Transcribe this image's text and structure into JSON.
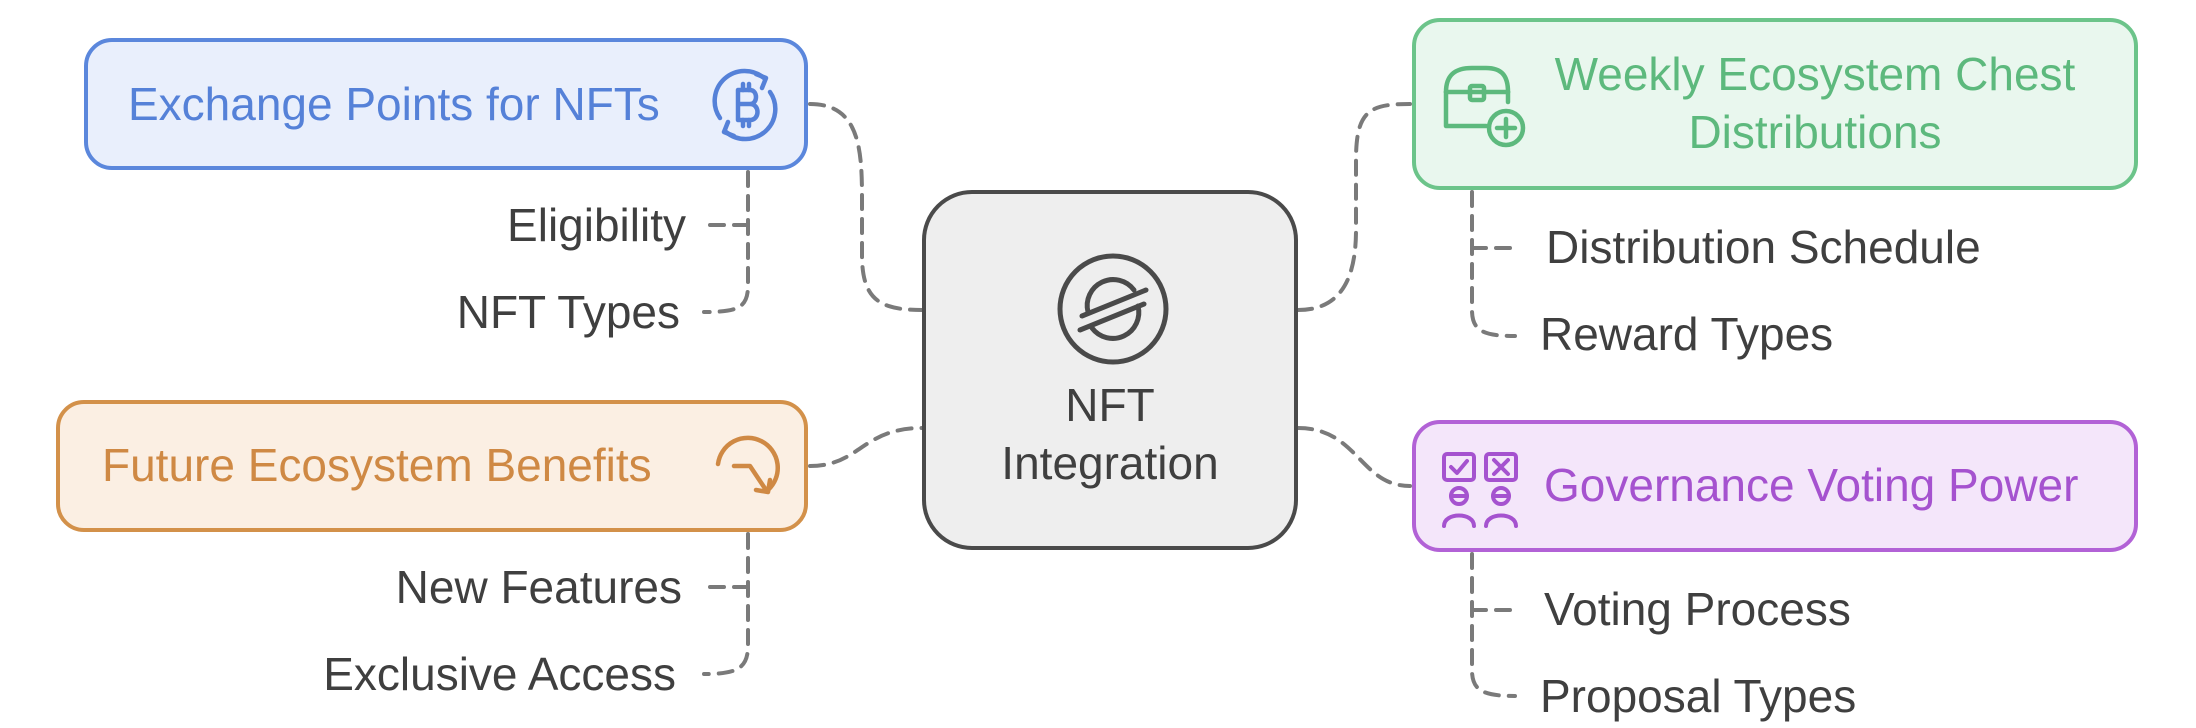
{
  "center": {
    "line1": "NFT",
    "line2": "Integration",
    "icon": "stellar-logo-icon"
  },
  "branches": {
    "exchange": {
      "title": "Exchange Points for NFTs",
      "icon": "bitcoin-exchange-icon",
      "items": [
        "Eligibility",
        "NFT Types"
      ]
    },
    "future": {
      "title": "Future Ecosystem Benefits",
      "icon": "forward-arrow-icon",
      "items": [
        "New Features",
        "Exclusive Access"
      ]
    },
    "weekly": {
      "line1": "Weekly Ecosystem Chest",
      "line2": "Distributions",
      "icon": "treasure-chest-plus-icon",
      "items": [
        "Distribution Schedule",
        "Reward Types"
      ]
    },
    "governance": {
      "title": "Governance Voting Power",
      "icon": "voters-ballot-icon",
      "items": [
        "Voting Process",
        "Proposal Types"
      ]
    }
  },
  "colors": {
    "blue": "#5b87dc",
    "orange": "#d3914a",
    "green": "#6cc48a",
    "purple": "#b262d6",
    "center": "#4a4a4a",
    "connector": "#7a7a7a"
  }
}
